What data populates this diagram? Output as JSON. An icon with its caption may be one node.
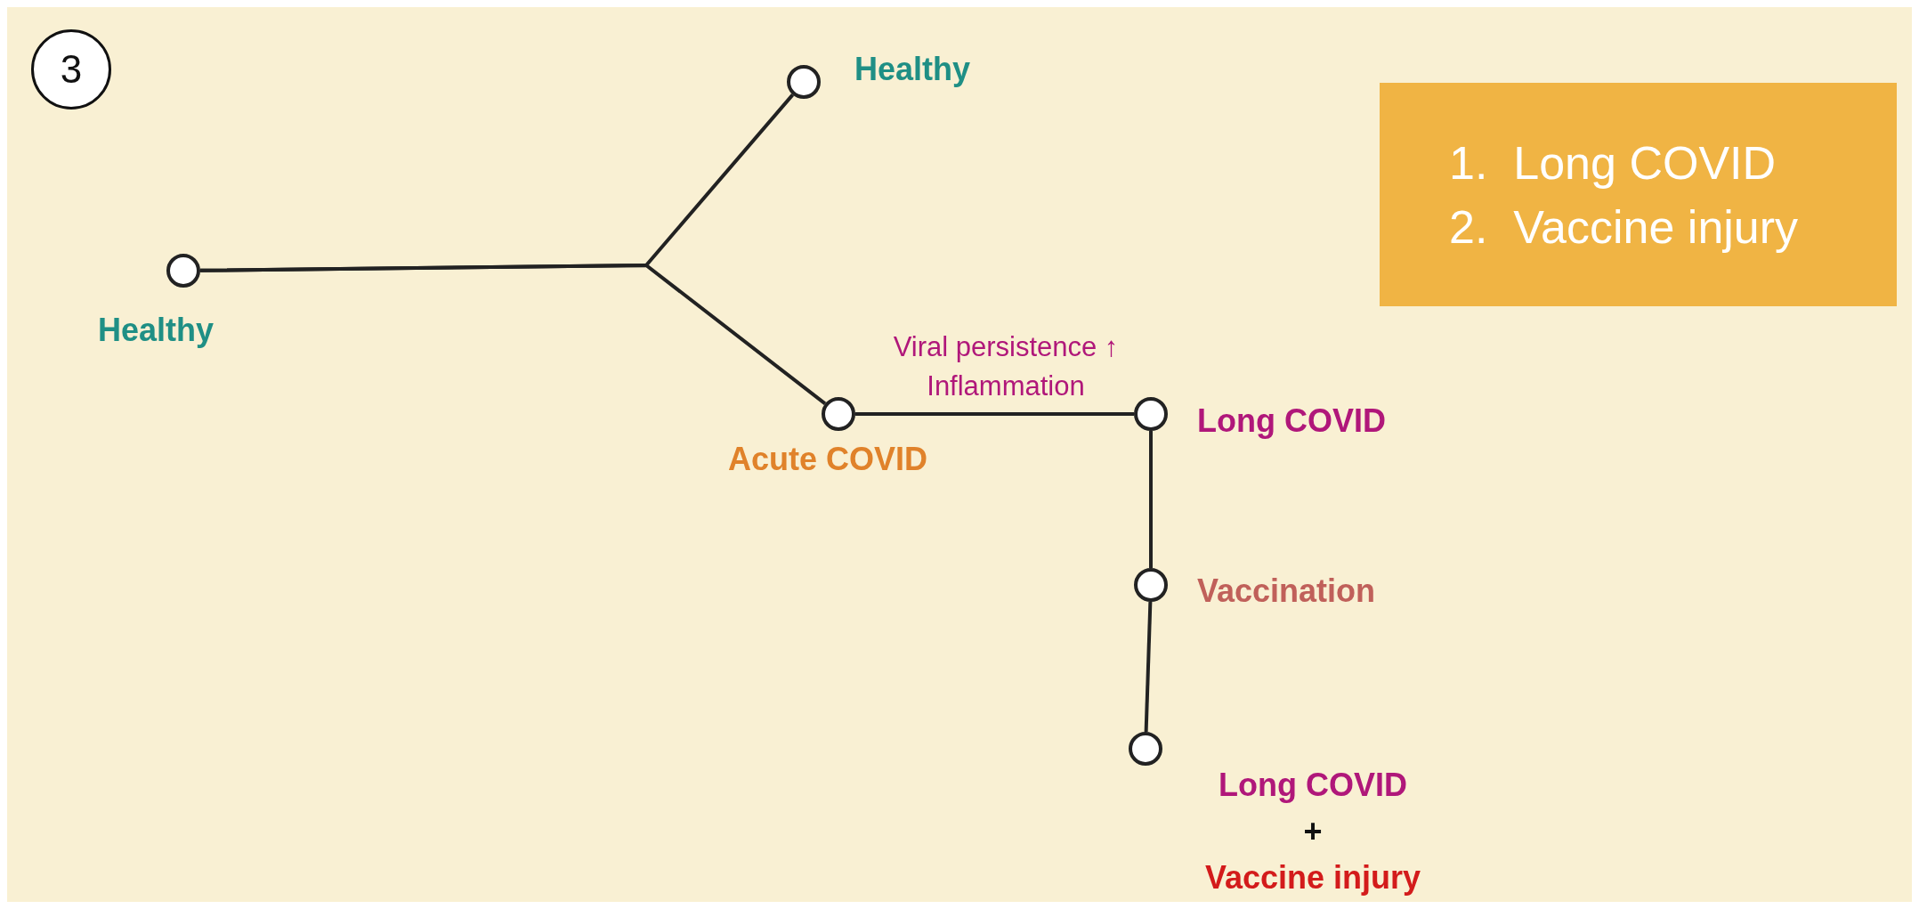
{
  "diagram": {
    "nodes": [
      {
        "text": [
          "3"
        ]
      },
      {
        "text": [],
        "shape": "circle",
        "beside": [
          "Healthy"
        ]
      },
      {
        "text": [
          "1.  Long COVID",
          "2.  Vaccine injury"
        ]
      },
      {
        "text": [],
        "shape": "circle",
        "beside": [
          "Healthy"
        ]
      },
      {
        "text": [],
        "shape": "circle",
        "beside": [
          "Acute COVID"
        ]
      },
      {
        "text": [],
        "shape": "circle",
        "beside": [
          "Long COVID"
        ]
      },
      {
        "text": [],
        "shape": "circle",
        "beside": [
          "Vaccination"
        ]
      },
      {
        "text": [],
        "shape": "circle",
        "beside": [
          "Long COVID",
          "+",
          "Vaccine injury"
        ]
      }
    ],
    "edges": [
      {
        "from": 3,
        "to": 1,
        "arrow": "none"
      },
      {
        "from": 3,
        "to": 4,
        "arrow": "none"
      },
      {
        "from": 4,
        "to": 5,
        "arrow": "none",
        "label": "Viral persistence ↑ Inflammation"
      },
      {
        "from": 5,
        "to": 6,
        "arrow": "none"
      },
      {
        "from": 6,
        "to": 7,
        "arrow": "none"
      }
    ]
  }
}
